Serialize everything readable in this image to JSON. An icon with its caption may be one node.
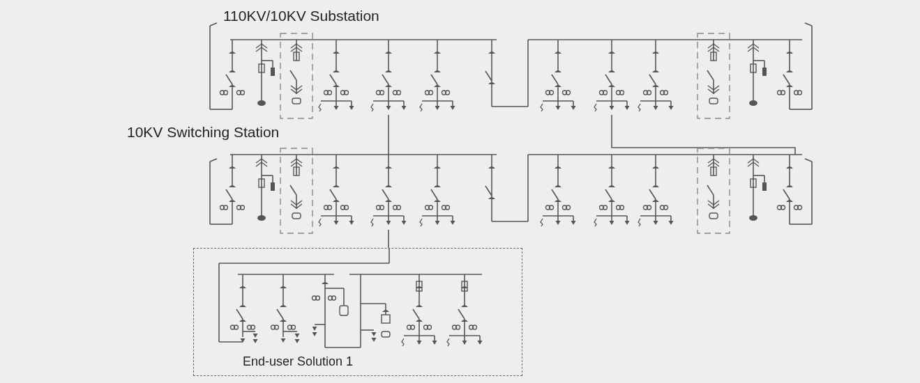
{
  "diagram": {
    "nodes": [
      {
        "text": [
          "110KV/10KV Substation"
        ]
      },
      {
        "text": [
          "10KV Switching Station"
        ]
      },
      {
        "text": [
          "End-user Solution 1"
        ]
      }
    ],
    "edges": [
      {
        "from": 0,
        "to": 1,
        "arrow": "none"
      },
      {
        "from": 0,
        "to": 1,
        "arrow": "none"
      },
      {
        "from": 1,
        "to": 2,
        "arrow": "none"
      }
    ]
  }
}
